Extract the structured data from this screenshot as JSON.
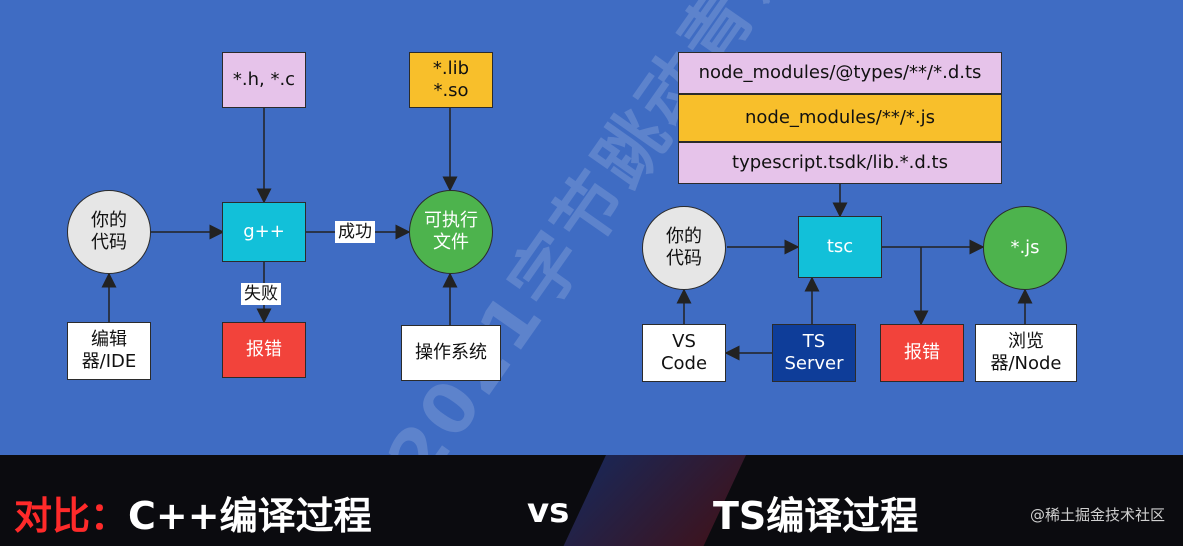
{
  "watermark": "2021字节跳动青训",
  "left": {
    "your_code": "你的\n代码",
    "sources": "*.h, *.c",
    "libs": "*.lib\n*.so",
    "compiler": "g++",
    "success": "成功",
    "failure": "失败",
    "executable": "可执行\n文件",
    "error": "报错",
    "editor": "编辑\n器/IDE",
    "os": "操作系统"
  },
  "right": {
    "stack": [
      "node_modules/@types/**/*.d.ts",
      "node_modules/**/*.js",
      "typescript.tsdk/lib.*.d.ts"
    ],
    "your_code": "你的\n代码",
    "compiler": "tsc",
    "output": "*.js",
    "vscode": "VS\nCode",
    "ts_server": "TS\nServer",
    "error": "报错",
    "runtime": "浏览\n器/Node"
  },
  "footer": {
    "prefix": "对比：",
    "left_title": "C++编译过程",
    "vs": "vs",
    "right_title": "TS编译过程",
    "credit": "@稀土掘金技术社区"
  },
  "colors": {
    "background": "#3f6cc3",
    "pink": "#e6c3ea",
    "orange": "#f8bf2b",
    "cyan": "#12c0d9",
    "green": "#4db34d",
    "red": "#f2433b",
    "navy": "#0e3d99",
    "title_red": "#ff2a2a"
  }
}
